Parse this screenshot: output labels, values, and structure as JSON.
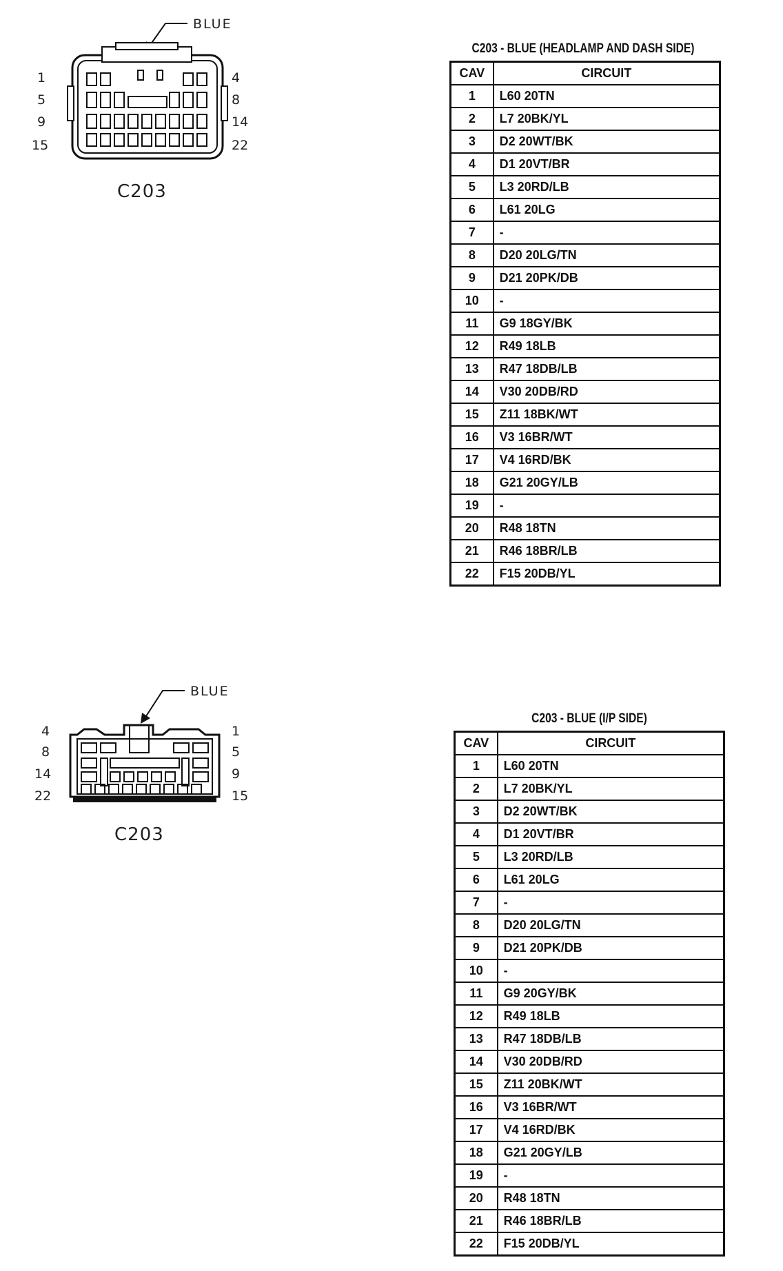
{
  "connectors": [
    {
      "name": "C203",
      "color_label": "BLUE",
      "pins_left": [
        "1",
        "5",
        "9",
        "15"
      ],
      "pins_right": [
        "4",
        "8",
        "14",
        "22"
      ],
      "table_title": "C203 - BLUE (HEADLAMP AND DASH SIDE)",
      "headers": {
        "cav": "CAV",
        "circuit": "CIRCUIT"
      },
      "rows": [
        {
          "cav": "1",
          "circuit": "L60 20TN"
        },
        {
          "cav": "2",
          "circuit": "L7 20BK/YL"
        },
        {
          "cav": "3",
          "circuit": "D2 20WT/BK"
        },
        {
          "cav": "4",
          "circuit": "D1 20VT/BR"
        },
        {
          "cav": "5",
          "circuit": "L3 20RD/LB"
        },
        {
          "cav": "6",
          "circuit": "L61 20LG"
        },
        {
          "cav": "7",
          "circuit": "-"
        },
        {
          "cav": "8",
          "circuit": "D20 20LG/TN"
        },
        {
          "cav": "9",
          "circuit": "D21 20PK/DB"
        },
        {
          "cav": "10",
          "circuit": "-"
        },
        {
          "cav": "11",
          "circuit": "G9 18GY/BK"
        },
        {
          "cav": "12",
          "circuit": "R49 18LB"
        },
        {
          "cav": "13",
          "circuit": "R47 18DB/LB"
        },
        {
          "cav": "14",
          "circuit": "V30 20DB/RD"
        },
        {
          "cav": "15",
          "circuit": "Z11 18BK/WT"
        },
        {
          "cav": "16",
          "circuit": "V3 16BR/WT"
        },
        {
          "cav": "17",
          "circuit": "V4 16RD/BK"
        },
        {
          "cav": "18",
          "circuit": "G21 20GY/LB"
        },
        {
          "cav": "19",
          "circuit": "-"
        },
        {
          "cav": "20",
          "circuit": "R48 18TN"
        },
        {
          "cav": "21",
          "circuit": "R46 18BR/LB"
        },
        {
          "cav": "22",
          "circuit": "F15 20DB/YL"
        }
      ]
    },
    {
      "name": "C203",
      "color_label": "BLUE",
      "pins_left": [
        "4",
        "8",
        "14",
        "22"
      ],
      "pins_right": [
        "1",
        "5",
        "9",
        "15"
      ],
      "table_title": "C203 - BLUE (I/P SIDE)",
      "headers": {
        "cav": "CAV",
        "circuit": "CIRCUIT"
      },
      "rows": [
        {
          "cav": "1",
          "circuit": "L60 20TN"
        },
        {
          "cav": "2",
          "circuit": "L7 20BK/YL"
        },
        {
          "cav": "3",
          "circuit": "D2 20WT/BK"
        },
        {
          "cav": "4",
          "circuit": "D1 20VT/BR"
        },
        {
          "cav": "5",
          "circuit": "L3 20RD/LB"
        },
        {
          "cav": "6",
          "circuit": "L61 20LG"
        },
        {
          "cav": "7",
          "circuit": "-"
        },
        {
          "cav": "8",
          "circuit": "D20 20LG/TN"
        },
        {
          "cav": "9",
          "circuit": "D21 20PK/DB"
        },
        {
          "cav": "10",
          "circuit": "-"
        },
        {
          "cav": "11",
          "circuit": "G9 20GY/BK"
        },
        {
          "cav": "12",
          "circuit": "R49 18LB"
        },
        {
          "cav": "13",
          "circuit": "R47 18DB/LB"
        },
        {
          "cav": "14",
          "circuit": "V30 20DB/RD"
        },
        {
          "cav": "15",
          "circuit": "Z11 20BK/WT"
        },
        {
          "cav": "16",
          "circuit": "V3 16BR/WT"
        },
        {
          "cav": "17",
          "circuit": "V4 16RD/BK"
        },
        {
          "cav": "18",
          "circuit": "G21 20GY/LB"
        },
        {
          "cav": "19",
          "circuit": "-"
        },
        {
          "cav": "20",
          "circuit": "R48 18TN"
        },
        {
          "cav": "21",
          "circuit": "R46 18BR/LB"
        },
        {
          "cav": "22",
          "circuit": "F15 20DB/YL"
        }
      ]
    }
  ]
}
